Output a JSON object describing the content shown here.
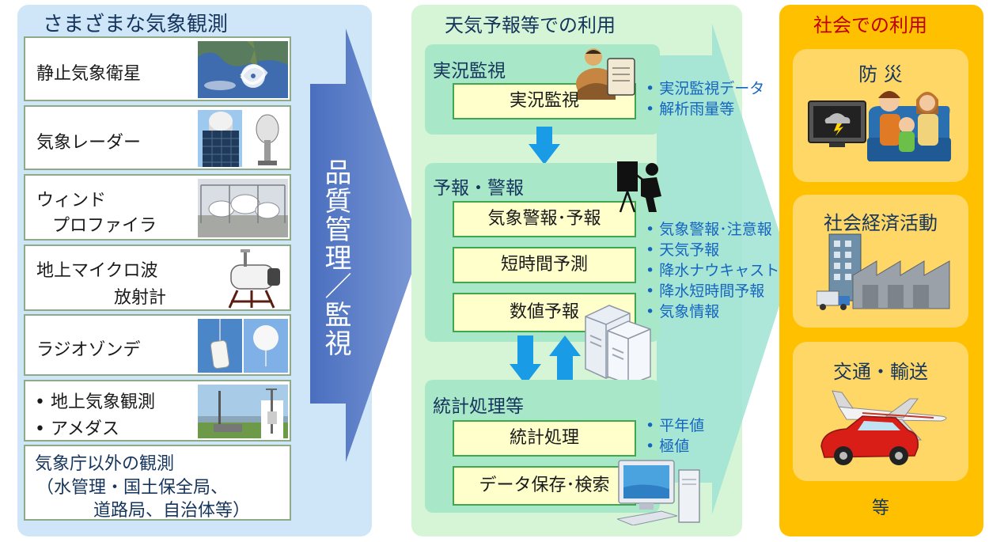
{
  "left": {
    "title": "さまざまな気象観測",
    "items": [
      {
        "label": "静止気象衛星"
      },
      {
        "label": "気象レーダー"
      },
      {
        "line1": "ウィンド",
        "line2": "プロファイラ"
      },
      {
        "line1": "地上マイクロ波",
        "line2": "放射計"
      },
      {
        "label": "ラジオゾンデ"
      },
      {
        "line1": "• 地上気象観測",
        "line2": "• アメダス"
      },
      {
        "line1": "気象庁以外の観測",
        "line2": "（水管理・国土保全局、",
        "line3": "道路局、自治体等）"
      }
    ]
  },
  "arrow": {
    "label": "品質管理／監視"
  },
  "middle": {
    "title": "天気予報等での利用",
    "sections": [
      {
        "title": "実況監視",
        "boxes": [
          "実況監視"
        ],
        "bullets": [
          "• 実況監視データ",
          "• 解析雨量等"
        ]
      },
      {
        "title": "予報・警報",
        "boxes": [
          "気象警報･予報",
          "短時間予測",
          "数値予報"
        ],
        "bullets": [
          "• 気象警報･注意報",
          "• 天気予報",
          "• 降水ナウキャスト等",
          "• 降水短時間予報",
          "• 気象情報"
        ]
      },
      {
        "title": "統計処理等",
        "boxes": [
          "統計処理",
          "データ保存･検索"
        ],
        "bullets": [
          "• 平年値",
          "• 極値"
        ]
      }
    ]
  },
  "right": {
    "title": "社会での利用",
    "items": [
      "防 災",
      "社会経済活動",
      "交通・輸送"
    ],
    "etc": "等"
  },
  "colors": {
    "left_bg": "#cfe6f9",
    "middle_bg": "#d6f5d6",
    "right_bg": "#ffc000",
    "arrow": "#5b82c4",
    "flow_arrow": "#1a9be6",
    "box_fill": "#ffffcc",
    "bullet_text": "#1565c0",
    "right_title": "#c00000"
  }
}
